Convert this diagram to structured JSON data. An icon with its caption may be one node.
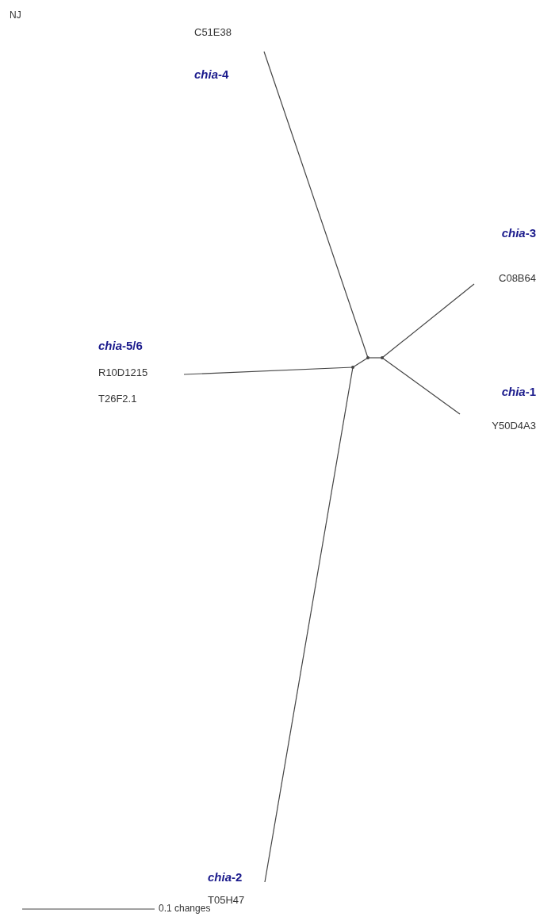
{
  "diagram": {
    "nodes": [
      {
        "text": [
          "C51E38",
          "*chia*-4"
        ]
      },
      {
        "text": [
          "*chia*-3",
          "C08B64"
        ]
      },
      {
        "text": [
          "*chia*-5/6",
          "R10D1215",
          "T26F2.1"
        ]
      },
      {
        "text": [],
        "shape": "point"
      },
      {
        "text": [],
        "shape": "point"
      },
      {
        "text": [],
        "shape": "point"
      },
      {
        "text": [
          "*chia*-1",
          "Y50D4A3"
        ]
      },
      {
        "text": [
          "*chia*-2",
          "T05H47"
        ]
      }
    ],
    "edges": [
      {
        "from": 0,
        "to": 3,
        "arrow": "none"
      },
      {
        "from": 1,
        "to": 4,
        "arrow": "none"
      },
      {
        "from": 6,
        "to": 4,
        "arrow": "none"
      },
      {
        "from": 3,
        "to": 4,
        "arrow": "none"
      },
      {
        "from": 2,
        "to": 5,
        "arrow": "none"
      },
      {
        "from": 7,
        "to": 5,
        "arrow": "none"
      },
      {
        "from": 5,
        "to": 3,
        "arrow": "none"
      }
    ],
    "labels": [
      "NJ",
      "0.1 changes"
    ]
  }
}
